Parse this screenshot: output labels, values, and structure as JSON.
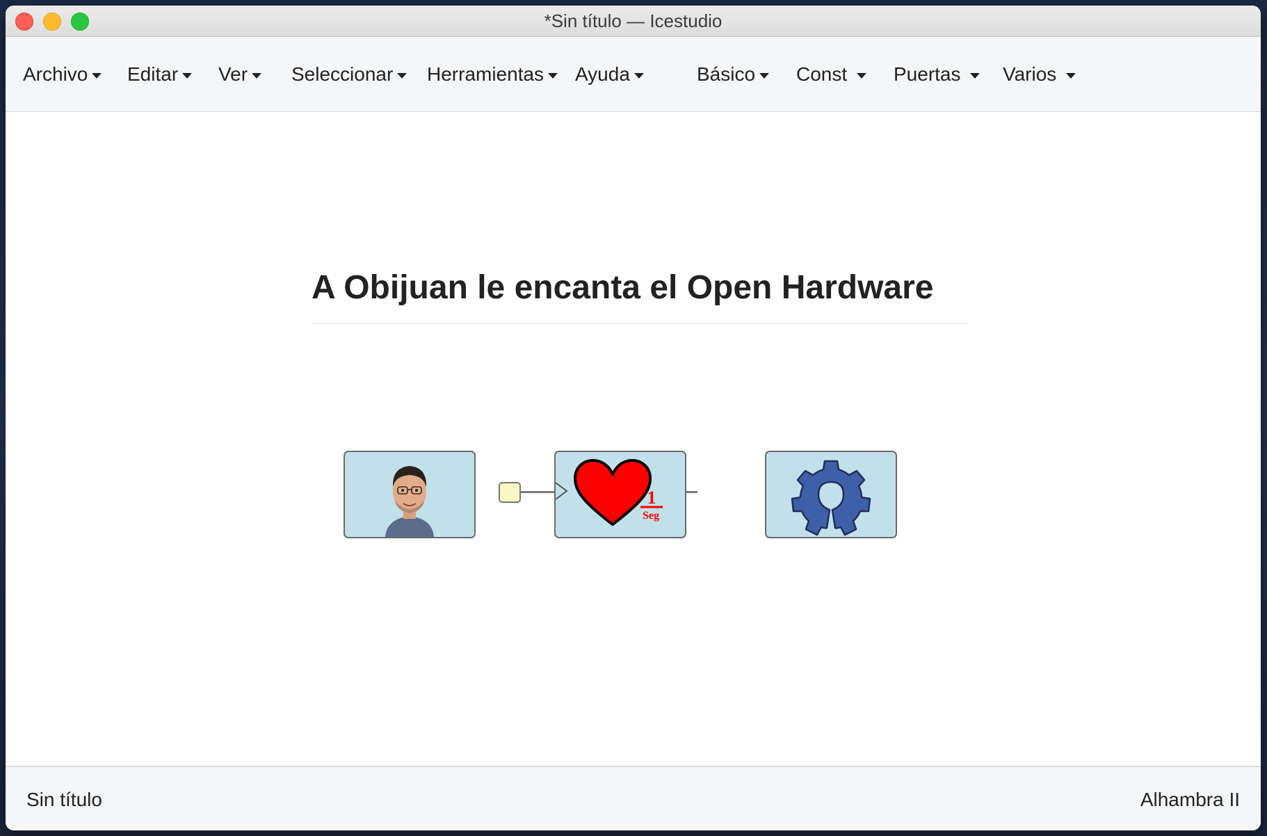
{
  "window": {
    "title": "*Sin título — Icestudio"
  },
  "menubar": {
    "left": [
      {
        "label": "Archivo"
      },
      {
        "label": "Editar"
      },
      {
        "label": "Ver"
      },
      {
        "label": "Seleccionar"
      },
      {
        "label": "Herramientas"
      },
      {
        "label": "Ayuda"
      }
    ],
    "right": [
      {
        "label": "Básico"
      },
      {
        "label": "Const"
      },
      {
        "label": "Puertas"
      },
      {
        "label": "Varios"
      }
    ]
  },
  "canvas": {
    "title": "A Obijuan le encanta el Open Hardware",
    "blocks": [
      {
        "icon": "obijuan-photo-icon"
      },
      {
        "icon": "heart-1-seg-icon",
        "fraction_numerator": "1",
        "fraction_denominator": "Seg"
      },
      {
        "icon": "open-hardware-gear-icon"
      }
    ],
    "colors": {
      "block_fill": "#c2e0ea",
      "port_fill": "#fbf8c6",
      "heart": "#ff0000",
      "gear": "#3f5fa8"
    }
  },
  "statusbar": {
    "file": "Sin título",
    "board": "Alhambra II"
  }
}
